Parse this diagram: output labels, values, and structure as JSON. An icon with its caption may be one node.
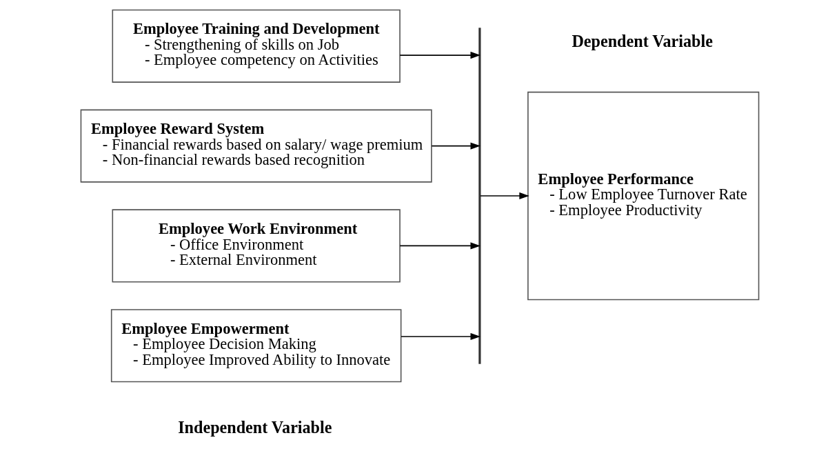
{
  "diagram": {
    "nodes": [
      {
        "text": [
          "Employee Training and Development",
          "- Strengthening of skills on Job",
          "- Employee competency on Activities"
        ]
      },
      {
        "text": [
          "Employee Reward System",
          "- Financial rewards based on salary/ wage premium",
          "- Non-financial rewards based recognition"
        ]
      },
      {
        "text": [
          "Employee Work Environment",
          "- Office Environment",
          "- External Environment"
        ]
      },
      {
        "text": [
          "Employee Empowerment",
          "- Employee Decision Making",
          "- Employee Improved Ability to Innovate"
        ]
      },
      {
        "text": [],
        "shape": "bar"
      },
      {
        "text": [
          "Employee Performance",
          "- Low Employee Turnover Rate",
          "- Employee Productivity"
        ]
      }
    ],
    "edges": [
      {
        "from": 0,
        "to": 4,
        "arrow": "to"
      },
      {
        "from": 1,
        "to": 4,
        "arrow": "to"
      },
      {
        "from": 2,
        "to": 4,
        "arrow": "to"
      },
      {
        "from": 3,
        "to": 4,
        "arrow": "to"
      },
      {
        "from": 4,
        "to": 5,
        "arrow": "to"
      }
    ],
    "labels": [
      "Independent Variable",
      "Dependent Variable"
    ]
  }
}
